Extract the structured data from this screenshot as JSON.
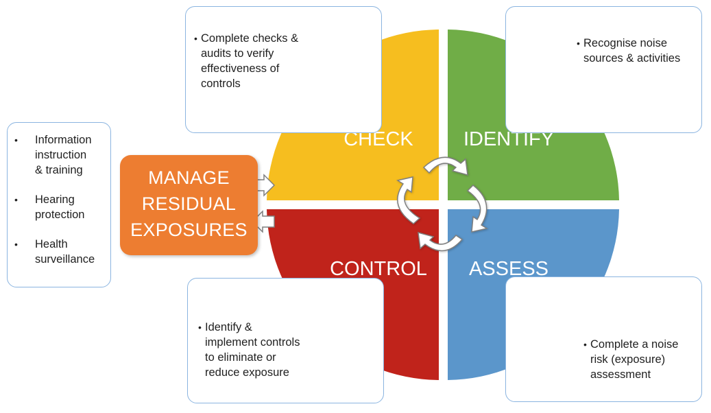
{
  "wheel": {
    "check": {
      "label": "CHECK",
      "color": "#f6be1f"
    },
    "identify": {
      "label": "IDENTIFY",
      "color": "#70ad47"
    },
    "control": {
      "label": "CONTROL",
      "color": "#c0231b"
    },
    "assess": {
      "label": "ASSESS",
      "color": "#5b96cb"
    }
  },
  "notes": {
    "check": "Complete checks &\naudits to verify\neffectiveness  of\ncontrols",
    "identify": "Recognise noise\nsources & activities",
    "control": "Identify &\nimplement controls\nto eliminate or\nreduce exposure",
    "assess": "Complete a noise\nrisk (exposure)\nassessment",
    "bullet": "•"
  },
  "manage": {
    "label": "MANAGE\nRESIDUAL\nEXPOSURES",
    "color": "#ed7d31",
    "items": [
      "Information\ninstruction\n& training",
      "Hearing\nprotection",
      "Health\nsurveillance"
    ]
  }
}
